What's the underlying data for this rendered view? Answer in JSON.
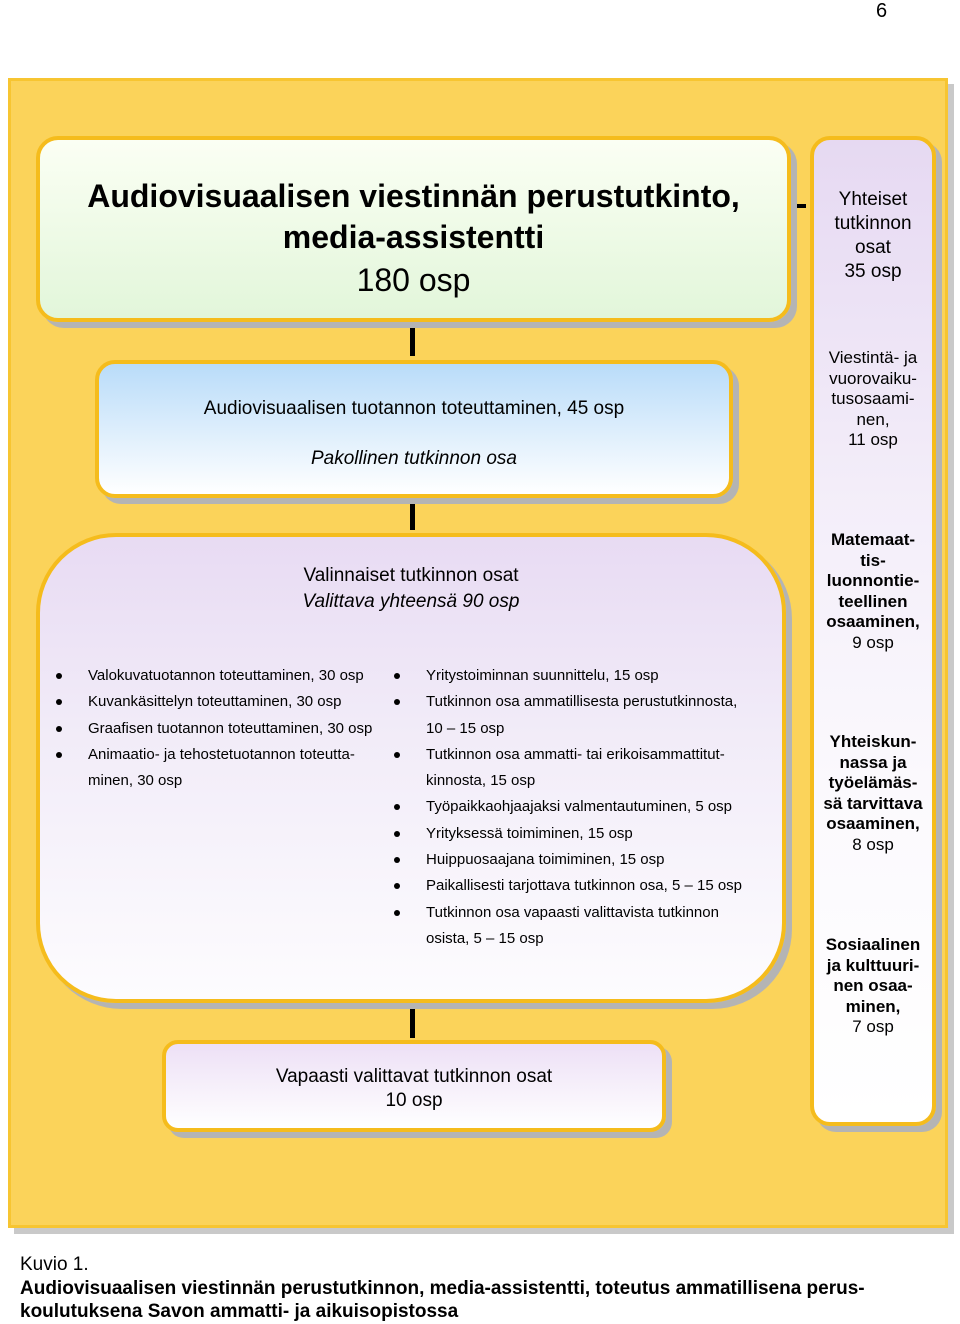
{
  "page_number": "6",
  "title_box": {
    "line1": "Audiovisuaalisen viestinnän perustutkinto,",
    "line2": "media-assistentti",
    "credits": "180 osp"
  },
  "common": {
    "heading_1": "Yhteiset",
    "heading_2": "tutkinnon",
    "heading_3": "osat",
    "credits": "35 osp",
    "items": [
      {
        "lines": [
          "Viestintä- ja",
          "vuorovaiku-",
          "tusosaami-",
          "nen,"
        ],
        "credits": "11 osp"
      },
      {
        "lines": [
          "Matemaat-",
          "tis-",
          "luonnontie-",
          "teellinen",
          "osaaminen,"
        ],
        "credits": "9 osp"
      },
      {
        "lines": [
          "Yhteiskun-",
          "nassa ja",
          "työelämäs-",
          "sä tarvittava",
          "osaaminen,"
        ],
        "credits": "8 osp"
      },
      {
        "lines": [
          "Sosiaalinen",
          "ja kulttuuri-",
          "nen osaa-",
          "minen,"
        ],
        "credits": "7 osp"
      }
    ]
  },
  "mandatory": {
    "title": "Audiovisuaalisen tuotannon toteuttaminen, 45 osp",
    "subtitle": "Pakollinen tutkinnon osa"
  },
  "optional": {
    "title": "Valinnaiset tutkinnon osat",
    "subtitle": "Valittava yhteensä 90 osp",
    "left_list": [
      "Valokuvatuotannon toteuttaminen, 30 osp",
      "Kuvankäsittelyn toteuttaminen, 30 osp",
      "Graafisen tuotannon toteuttaminen, 30 osp",
      "Animaatio- ja tehostetuotannon toteutta-",
      "minen, 30 osp"
    ],
    "right_list": [
      "Yritystoiminnan suunnittelu, 15 osp",
      "Tutkinnon osa ammatillisesta perustutkinnosta,",
      "10 – 15 osp",
      "Tutkinnon osa ammatti- tai erikoisammattitut-",
      "kinnosta, 15 osp",
      "Työpaikkaohjaajaksi valmentautuminen, 5 osp",
      "Yrityksessä toimiminen, 15 osp",
      "Huippuosaajana toimiminen, 15 osp",
      "Paikallisesti tarjottava tutkinnon osa, 5 – 15 osp",
      "Tutkinnon osa vapaasti valittavista tutkinnon",
      "osista, 5 – 15 osp"
    ]
  },
  "free": {
    "title": "Vapaasti valittavat tutkinnon osat",
    "credits": "10 osp"
  },
  "caption": {
    "label": "Kuvio 1.",
    "text": "Audiovisuaalisen viestinnän perustutkinnon, media-assistentti, toteutus ammatillisena perus-koulutuksena Savon ammatti- ja aikuisopistossa"
  },
  "colors": {
    "background_frame": "#fbd35a",
    "box_border": "#f5bc1c",
    "title_fill": "#e2f6da",
    "mandatory_fill": "#b9dcf9",
    "optional_fill": "#e8dbf3"
  }
}
